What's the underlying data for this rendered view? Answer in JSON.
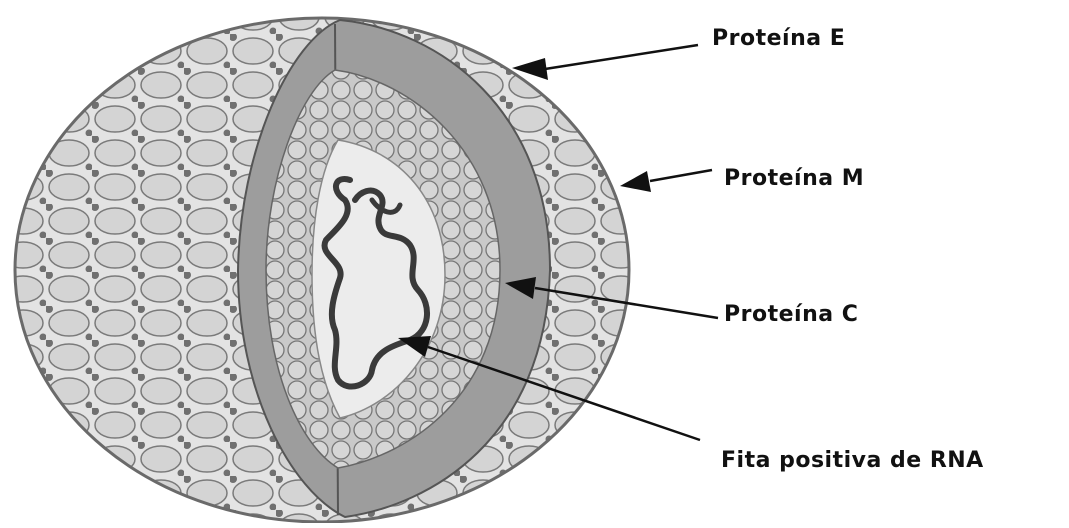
{
  "labels": {
    "protein_e": "Proteína E",
    "protein_m": "Proteína M",
    "protein_c": "Proteína C",
    "rna": "Fita positiva de RNA"
  },
  "colors": {
    "shell_fill": "#dcdcdc",
    "shell_dots": "#8a8a8a",
    "membrane": "#9d9d9d",
    "capsid": "#c4c4c4",
    "core": "#ececec",
    "rna_strand": "#3a3a3a",
    "lines": "#111111"
  }
}
